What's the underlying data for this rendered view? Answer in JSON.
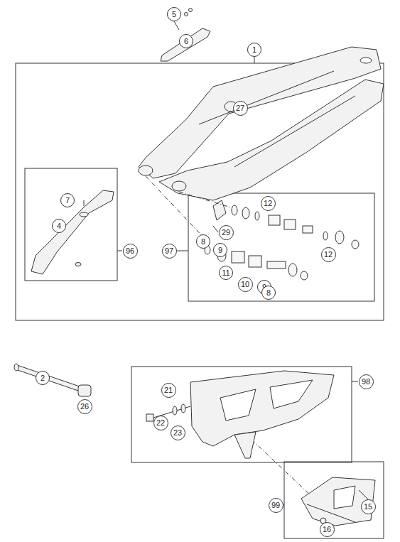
{
  "diagram": {
    "labels": [
      "5",
      "6",
      "1",
      "27",
      "7",
      "4",
      "29",
      "12",
      "8",
      "9",
      "11",
      "96",
      "97",
      "12",
      "10",
      "9",
      "8",
      "2",
      "26",
      "21",
      "98",
      "22",
      "23",
      "15",
      "99",
      "16"
    ]
  }
}
